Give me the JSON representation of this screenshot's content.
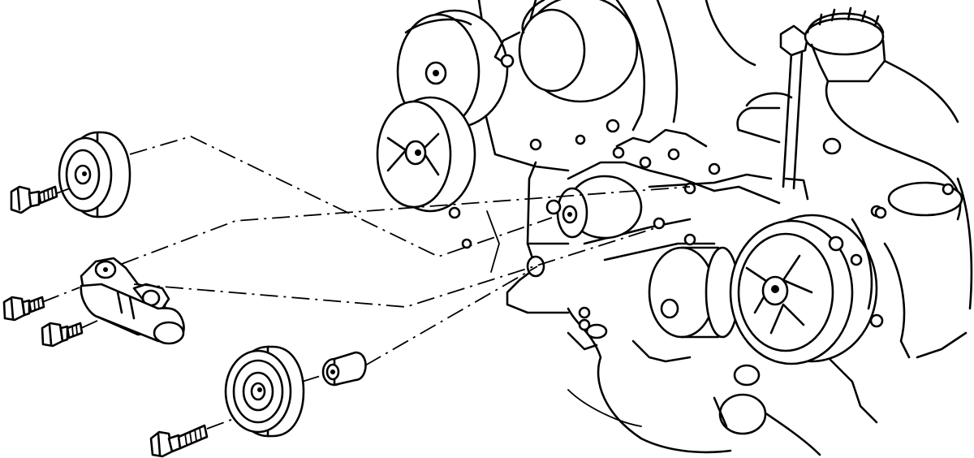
{
  "diagram": {
    "kind": "exploded-view line drawing",
    "labels": [],
    "parts": [
      "upper-idler-pulley",
      "upper-idler-pulley-bolt",
      "belt-tensioner",
      "tensioner-bolt-upper",
      "tensioner-bolt-lower",
      "lower-idler-pulley",
      "lower-idler-pulley-bolt",
      "pulley-spacer-bushing",
      "engine-block",
      "water-pump-pulley",
      "crankshaft-pulley",
      "power-steering-pulley",
      "alternator",
      "oil-filler-cap",
      "dipstick-tube",
      "thermostat-outlet"
    ]
  }
}
